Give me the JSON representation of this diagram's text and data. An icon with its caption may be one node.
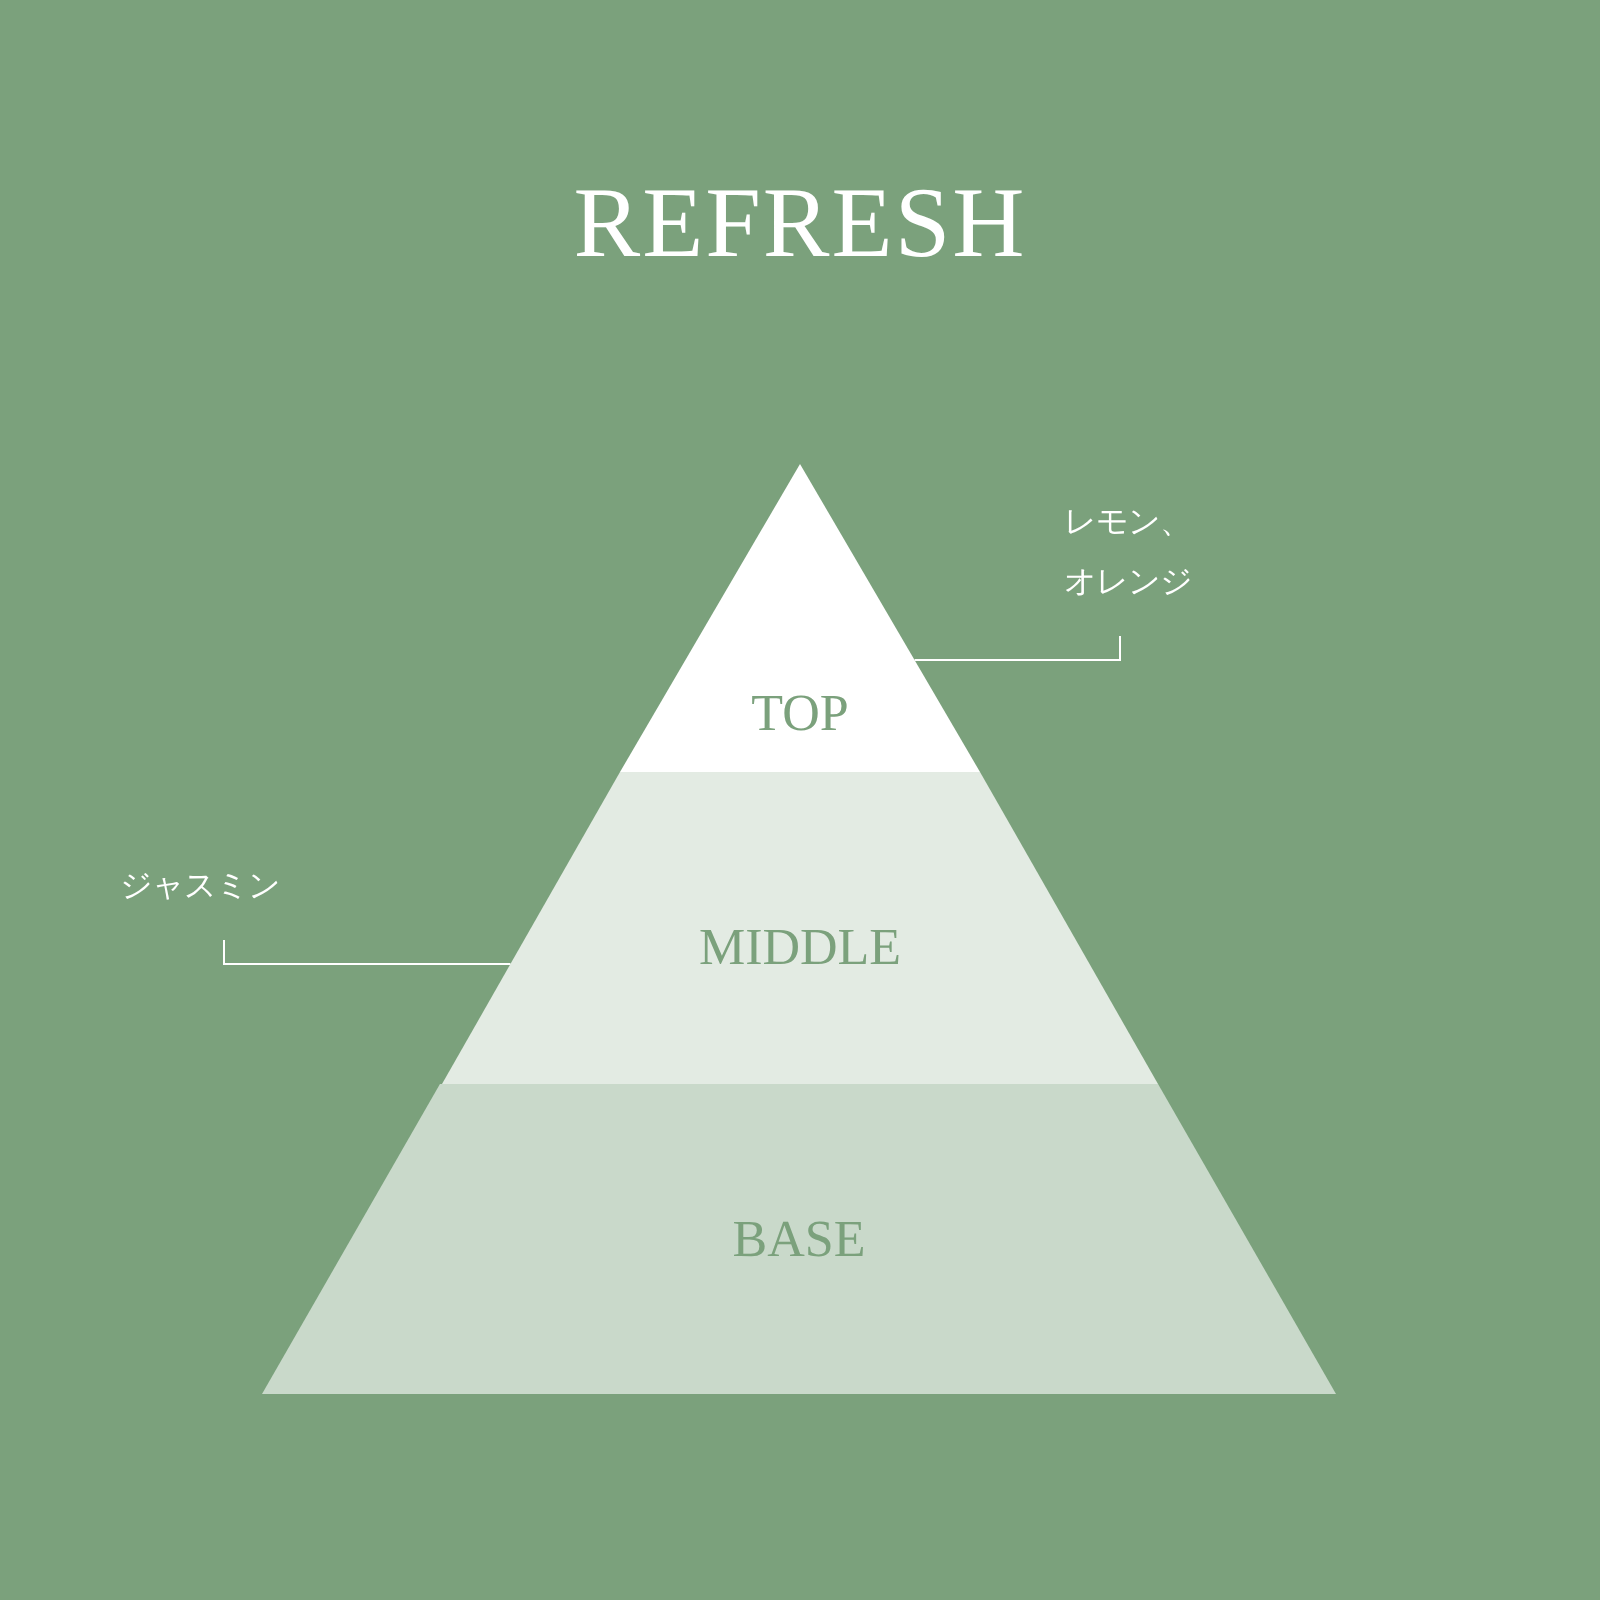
{
  "diagram": {
    "title": "REFRESH",
    "nodes": [
      {
        "text": [
          "レモン、オレンジ"
        ]
      },
      {
        "text": [
          "TOP"
        ]
      },
      {
        "text": [
          "ジャスミン"
        ]
      },
      {
        "text": [
          "MIDDLE"
        ]
      },
      {
        "text": [
          "BASE"
        ]
      }
    ],
    "edges": [
      {
        "from": 0,
        "to": 1,
        "arrow": "none"
      },
      {
        "from": 2,
        "to": 3,
        "arrow": "none"
      }
    ]
  }
}
